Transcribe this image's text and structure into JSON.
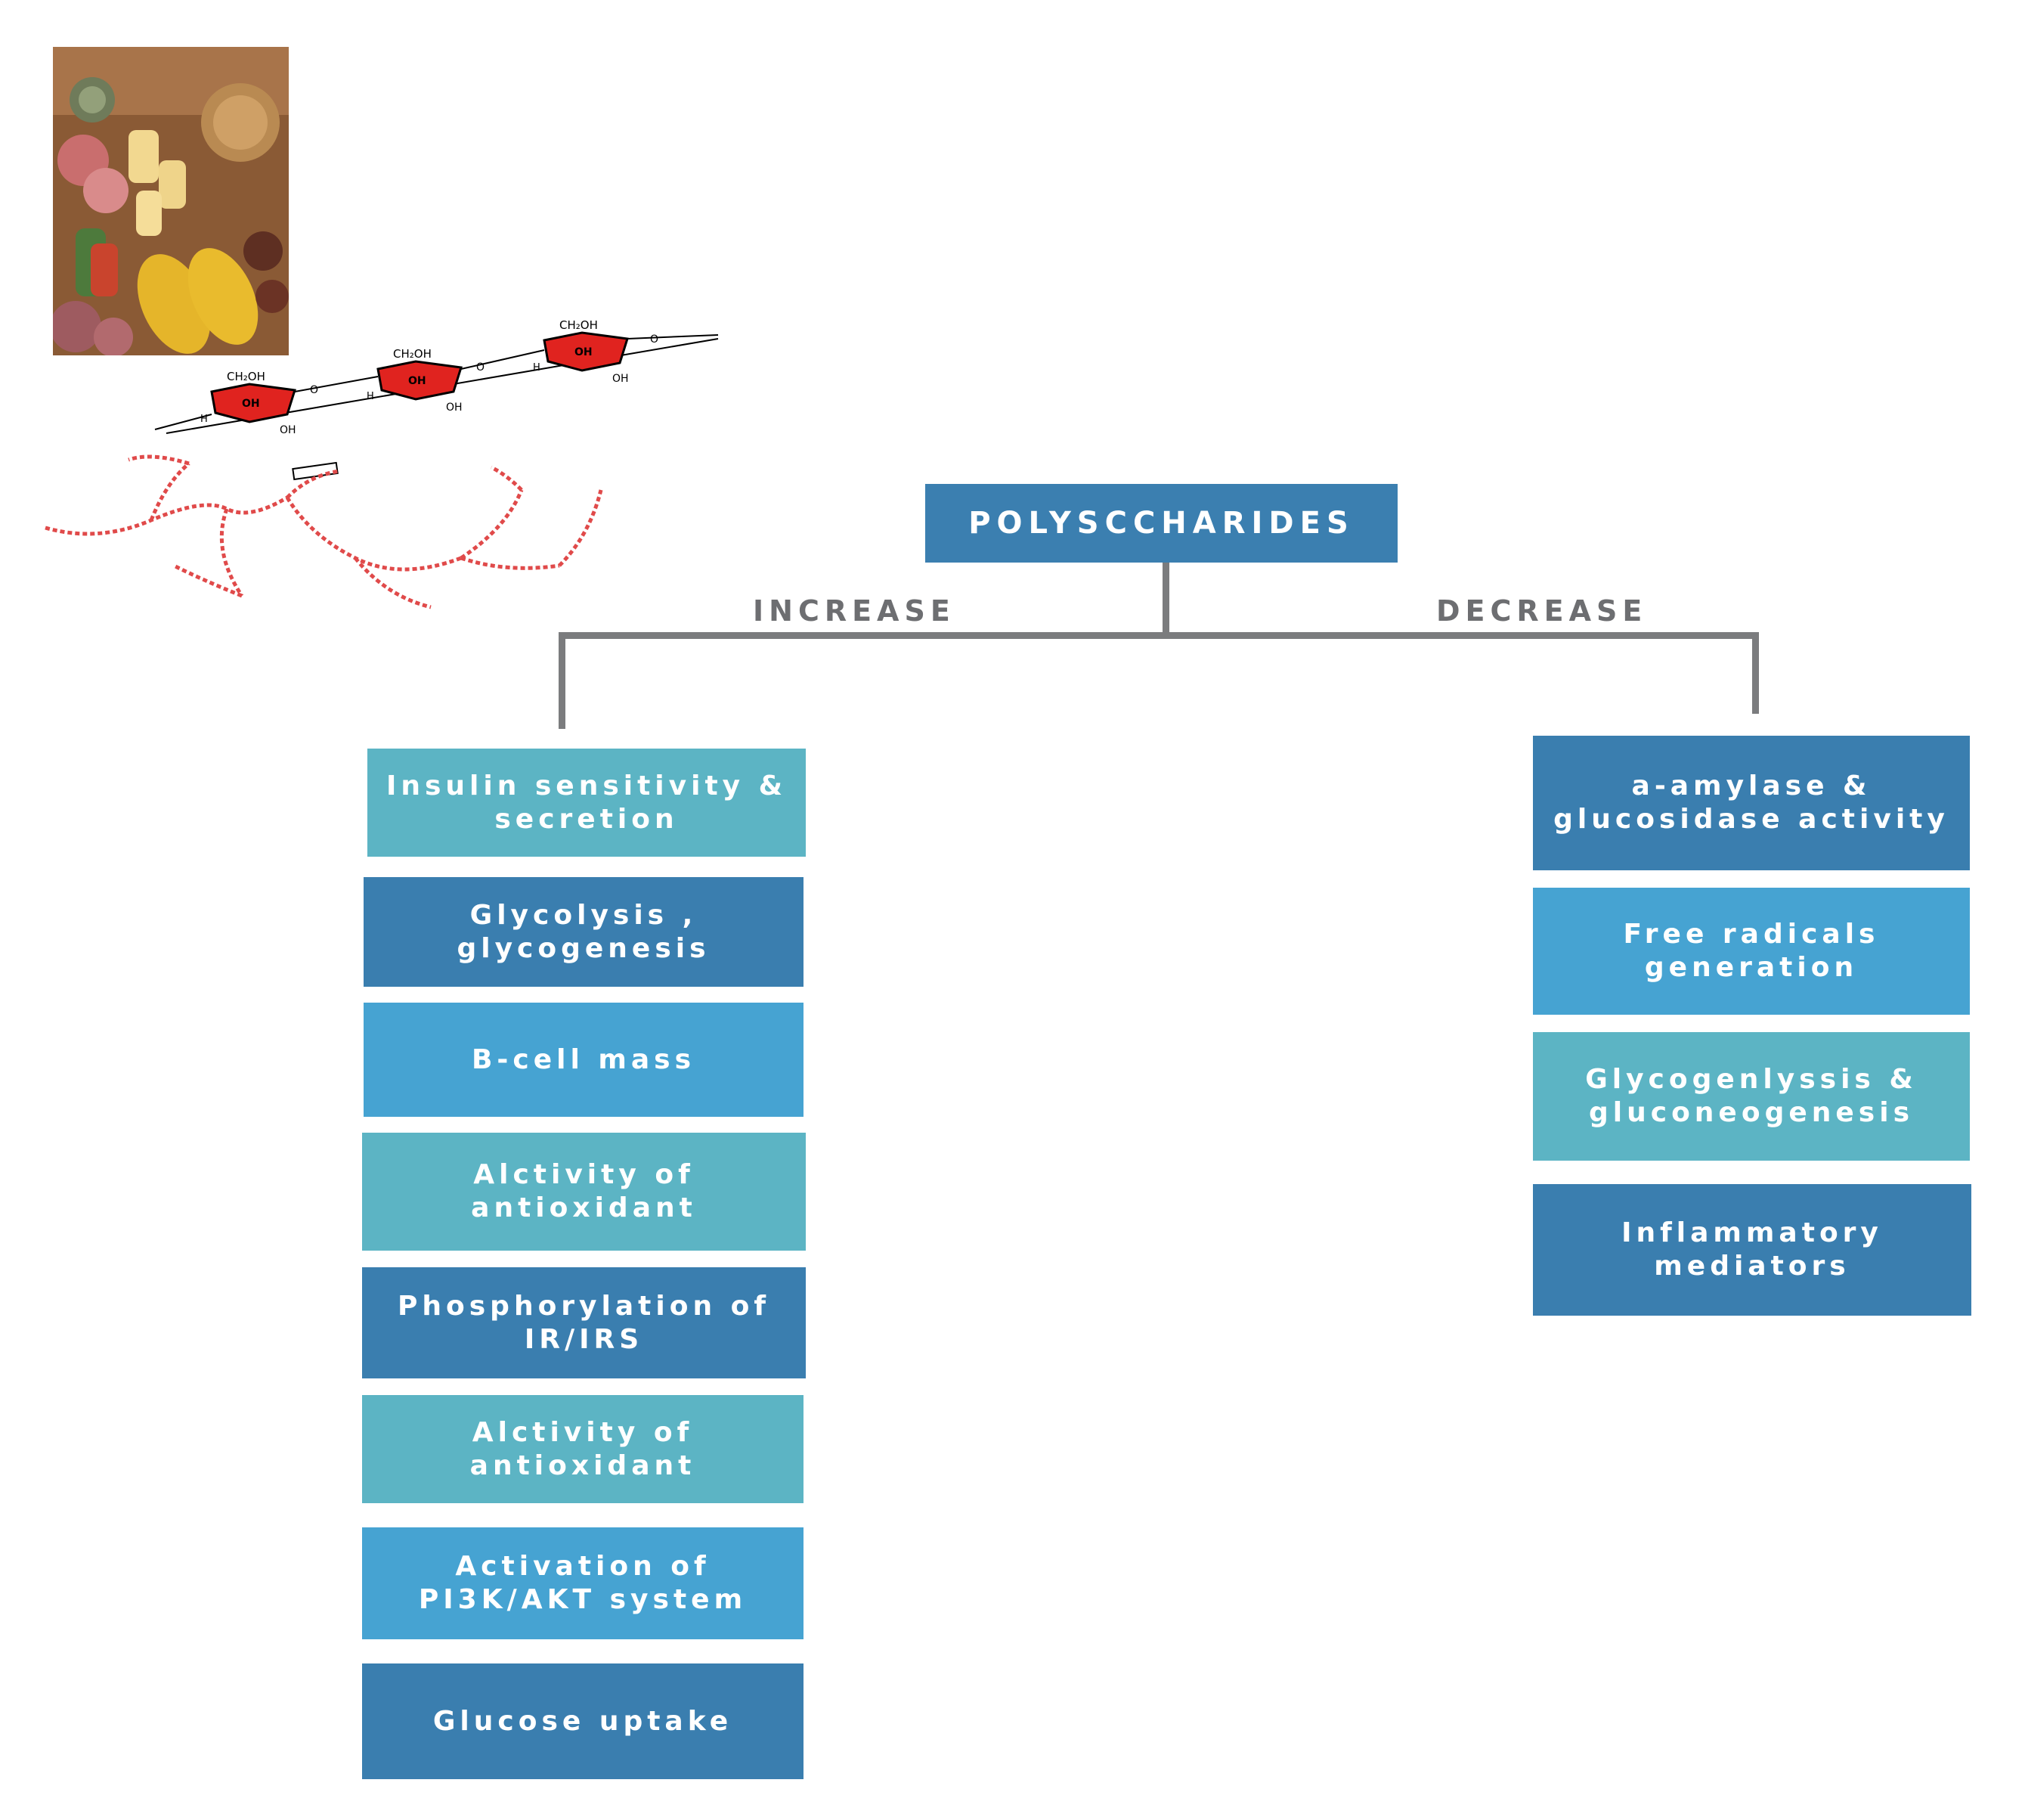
{
  "root": {
    "label": "POLYSCCHARIDES"
  },
  "branches": {
    "increase_label": "INCREASE",
    "decrease_label": "DECREASE"
  },
  "increase_items": [
    "Insulin sensitivity & secretion",
    "Glycolysis , glycogenesis",
    "B-cell mass",
    "Alctivity of antioxidant",
    "Phosphorylation of IR/IRS",
    "Alctivity of antioxidant",
    "Activation of PI3K/AKT system",
    "Glucose uptake"
  ],
  "decrease_items": [
    "a-amylase & glucosidase activity",
    "Free radicals generation",
    "Glycogenlyssis & gluconeogenesis",
    "Inflammatory mediators"
  ],
  "molecule_labels": {
    "ch2oh": "CH₂OH",
    "oh": "OH",
    "h": "H",
    "o": "O"
  },
  "colors": {
    "teal": "#5cb4c4",
    "dark_blue": "#3a7eaf",
    "mid_blue": "#46a3d2",
    "connector": "#7b7c7e",
    "ring_red": "#e0231f"
  }
}
